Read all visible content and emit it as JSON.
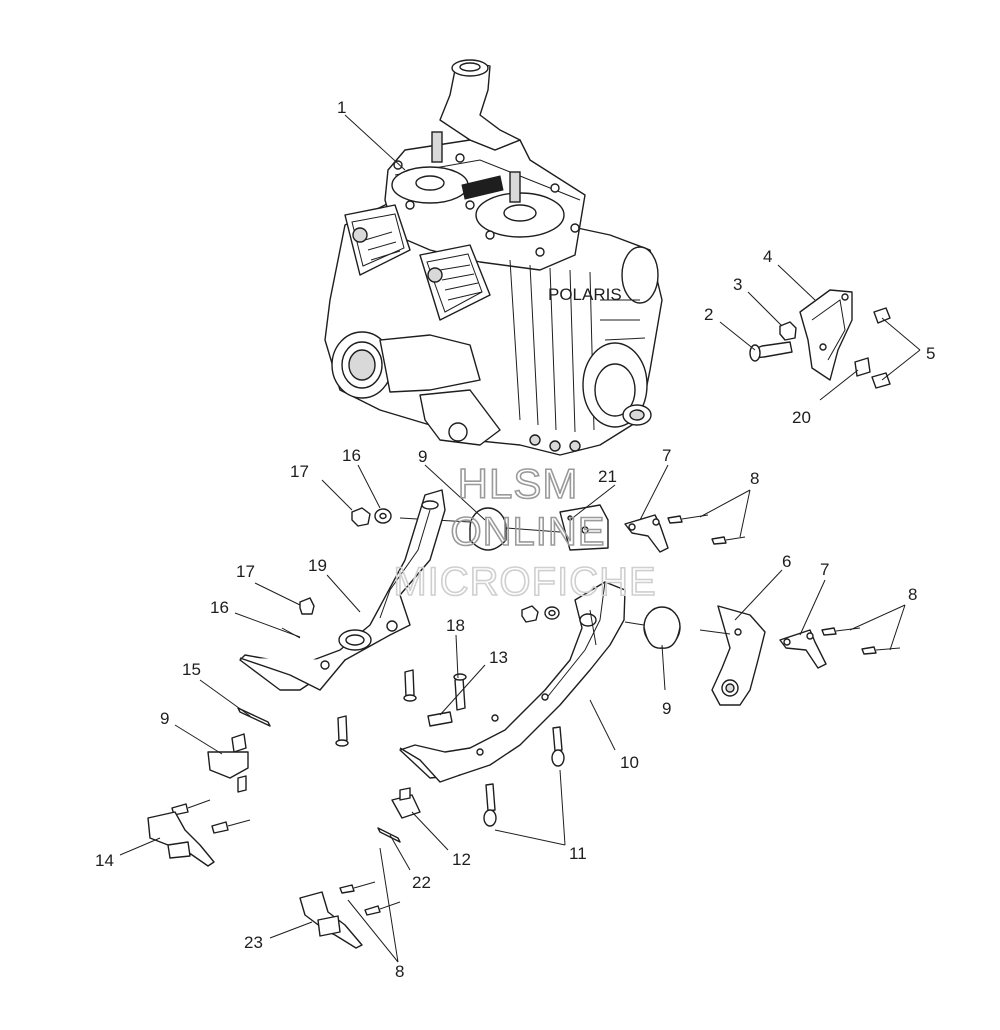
{
  "watermark": {
    "line1": "HLSM",
    "line2": "ONLINE",
    "line3": "MICROFICHE"
  },
  "callouts": [
    {
      "id": "c1",
      "label": "1"
    },
    {
      "id": "c2",
      "label": "2"
    },
    {
      "id": "c3",
      "label": "3"
    },
    {
      "id": "c4",
      "label": "4"
    },
    {
      "id": "c5",
      "label": "5"
    },
    {
      "id": "c20",
      "label": "20"
    },
    {
      "id": "c9a",
      "label": "9"
    },
    {
      "id": "c16a",
      "label": "16"
    },
    {
      "id": "c17a",
      "label": "17"
    },
    {
      "id": "c21",
      "label": "21"
    },
    {
      "id": "c7a",
      "label": "7"
    },
    {
      "id": "c8a",
      "label": "8"
    },
    {
      "id": "c6",
      "label": "6"
    },
    {
      "id": "c7b",
      "label": "7"
    },
    {
      "id": "c8b",
      "label": "8"
    },
    {
      "id": "c17b",
      "label": "17"
    },
    {
      "id": "c19",
      "label": "19"
    },
    {
      "id": "c16b",
      "label": "16"
    },
    {
      "id": "c18",
      "label": "18"
    },
    {
      "id": "c15",
      "label": "15"
    },
    {
      "id": "c13",
      "label": "13"
    },
    {
      "id": "c9b",
      "label": "9"
    },
    {
      "id": "c10",
      "label": "10"
    },
    {
      "id": "c9c",
      "label": "9"
    },
    {
      "id": "c14",
      "label": "14"
    },
    {
      "id": "c11",
      "label": "11"
    },
    {
      "id": "c12",
      "label": "12"
    },
    {
      "id": "c22",
      "label": "22"
    },
    {
      "id": "c23",
      "label": "23"
    },
    {
      "id": "c8c",
      "label": "8"
    }
  ]
}
